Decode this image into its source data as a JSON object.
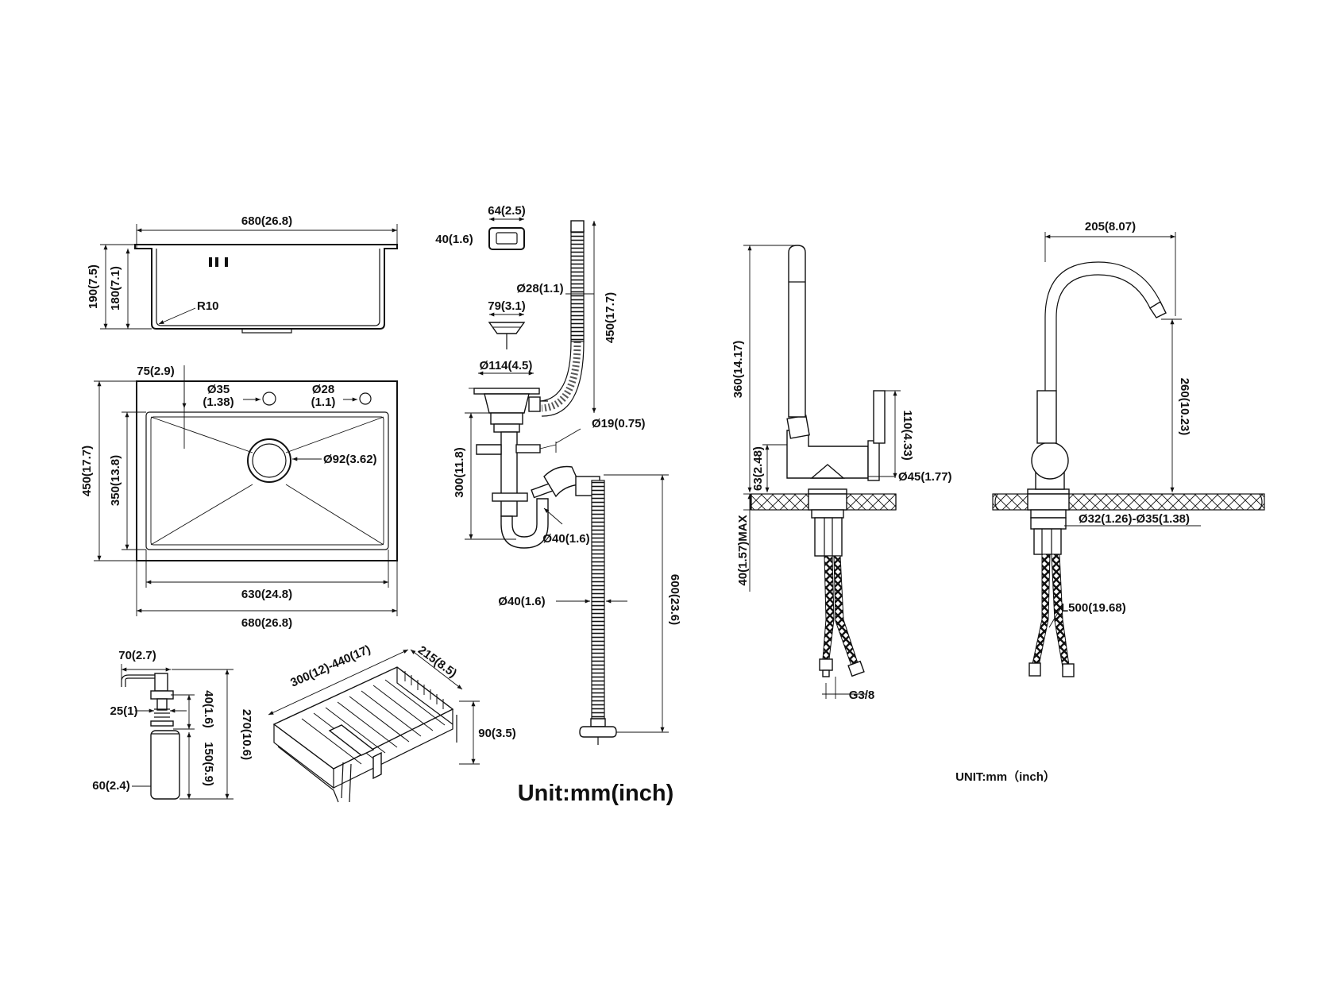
{
  "sink_top": {
    "width_top": "680(26.8)",
    "height_outer": "190(7.5)",
    "height_inner": "180(7.1)",
    "radius": "R10"
  },
  "sink_plan": {
    "edge_offset": "75(2.9)",
    "hole1_dia": "Ø35",
    "hole1_in": "(1.38)",
    "hole2_dia": "Ø28",
    "hole2_in": "(1.1)",
    "drain_dia": "Ø92(3.62)",
    "depth_outer": "450(17.7)",
    "depth_inner": "350(13.8)",
    "width_inner": "630(24.8)",
    "width_outer": "680(26.8)"
  },
  "drain": {
    "overflow_w": "64(2.5)",
    "overflow_h": "40(1.6)",
    "hose_dia": "Ø28(1.1)",
    "hose_len": "450(17.7)",
    "strainer_dia": "79(3.1)",
    "flange_dia": "Ø114(4.5)",
    "side_dia": "Ø19(0.75)",
    "trap_height": "300(11.8)",
    "trap_dia": "Ø40(1.6)",
    "outlet_dia": "Ø40(1.6)",
    "outlet_len": "600(23.6)"
  },
  "soap": {
    "nozzle": "70(2.7)",
    "thread": "25(1)",
    "neck": "40(1.6)",
    "bottle_h": "150(5.9)",
    "total_h": "270(10.6)",
    "bottle_dia": "60(2.4)"
  },
  "basket": {
    "length": "300(12)-440(17)",
    "depth": "215(8.5)",
    "height": "90(3.5)"
  },
  "unit_left": "Unit:mm(inch)",
  "faucet_side": {
    "height": "360(14.17)",
    "lever": "110(4.33)",
    "base_h": "63(2.48)",
    "base_dia": "Ø45(1.77)",
    "deck_max": "40(1.57)MAX",
    "thread": "G3/8"
  },
  "faucet_front": {
    "reach": "205(8.07)",
    "spout_h": "260(10.23)",
    "hole": "Ø32(1.26)-Ø35(1.38)",
    "hose": "L500(19.68)"
  },
  "unit_right": "UNIT:mm（inch）"
}
